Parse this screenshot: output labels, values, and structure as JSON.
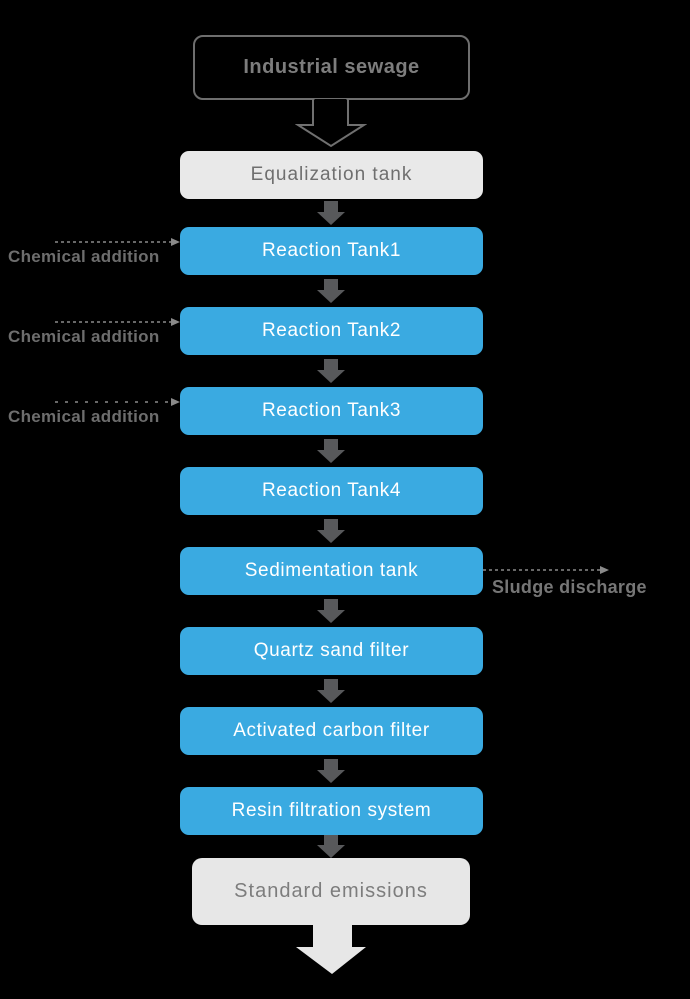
{
  "colors": {
    "background": "#000000",
    "node_blue": "#3aaae1",
    "node_light_gray": "#e9e9e9",
    "node_output_gray": "#e7e7e7",
    "node_text_white": "#ffffff",
    "outline_gray": "#707070",
    "arrow_dark": "#58595b",
    "dashed_gray": "#8a8a8a",
    "label_gray": "#6d6d6d"
  },
  "nodes": {
    "source": "Industrial sewage",
    "equalization": "Equalization tank",
    "stages": [
      "Reaction Tank1",
      "Reaction Tank2",
      "Reaction Tank3",
      "Reaction Tank4",
      "Sedimentation tank",
      "Quartz sand filter",
      "Activated carbon filter",
      "Resin filtration system"
    ],
    "output": "Standard emissions"
  },
  "annotations": {
    "chemical_additions": [
      "Chemical addition",
      "Chemical addition",
      "Chemical addition"
    ],
    "sludge_discharge": "Sludge discharge"
  }
}
